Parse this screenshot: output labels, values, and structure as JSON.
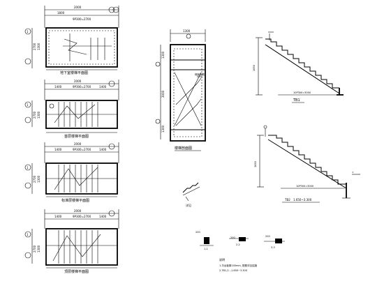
{
  "plans": [
    {
      "id": "p1",
      "dims_top": [
        "2000",
        "1800",
        "9P300=2700"
      ],
      "dims_side": [
        "2700",
        "1300"
      ],
      "caption": "地下室楼梯平面图",
      "mark_grid": "1"
    },
    {
      "id": "p2",
      "dims_top": [
        "2000",
        "1400",
        "9P300=2700",
        "1400"
      ],
      "dims_side": [
        "2700",
        "1300"
      ],
      "caption": "首层楼梯平面图",
      "mark_grid": "1"
    },
    {
      "id": "p3",
      "dims_top": [
        "2000",
        "1400",
        "9P300=2700",
        "1400"
      ],
      "dims_side": [
        "2700",
        "1300"
      ],
      "caption": "标准层楼梯平面图",
      "mark_grid": "1"
    },
    {
      "id": "p4",
      "dims_top": [
        "2000",
        "1400",
        "9P300=2700",
        "1400"
      ],
      "dims_side": [
        "2700",
        "1300"
      ],
      "caption": "顶层楼梯平面图",
      "mark_grid": "1"
    }
  ],
  "shaft": {
    "dims_top": [
      "1300"
    ],
    "dims_side": [
      "1300",
      "3000",
      "1300"
    ],
    "label": "梯板配筋",
    "caption": "楼梯剖面图"
  },
  "flight1": {
    "dim_bottom": "10P300=3000",
    "dim_side": "1650",
    "tag": "TB1"
  },
  "flight2": {
    "dim_bottom": "10P300=3000",
    "dim_side": "1650",
    "tag": "TB2",
    "note": "1.650~3.300"
  },
  "detail_small": {
    "tag": "详见"
  },
  "sections": [
    {
      "label": "1-1",
      "size": "200"
    },
    {
      "label": "2-2",
      "size": "200"
    },
    {
      "label": "3-3",
      "size": "200"
    }
  ],
  "notes": {
    "title": "说明",
    "lines": [
      "1.平台板厚100mm, 配筋详见结施",
      "2.TB1,2: -1.650~3.300"
    ]
  }
}
